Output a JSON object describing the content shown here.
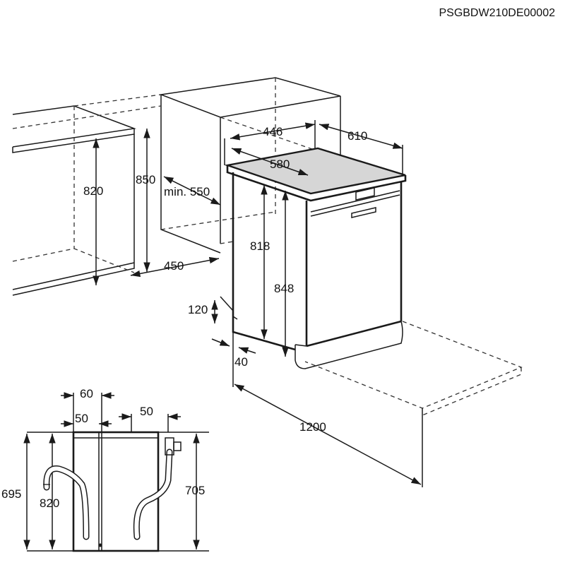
{
  "product_code": "PSGBDW210DE00002",
  "dimensions": {
    "niche_height": "820",
    "cabinet_height": "850",
    "min_depth": "min. 550",
    "niche_depth": "450",
    "width": "446",
    "depth": "610",
    "worktop": "580",
    "body_height": "818",
    "total_height": "848",
    "plinth_height": "120",
    "plinth_depth": "40",
    "door_open": "1200"
  },
  "side_view": {
    "top_offset": "60",
    "left_offset": "50",
    "right_offset": "50",
    "drain_height": "695",
    "left_hose_height": "820",
    "right_hose_height": "705"
  }
}
